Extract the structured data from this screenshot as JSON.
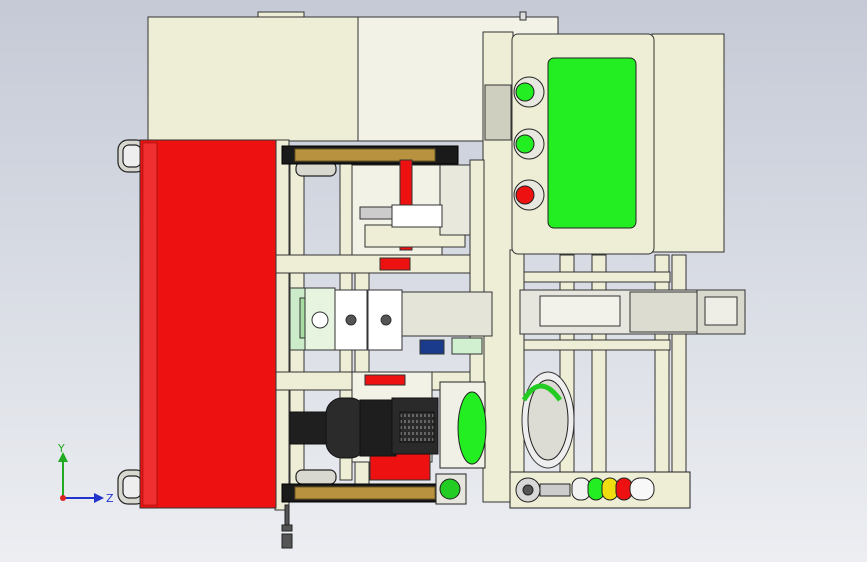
{
  "colors": {
    "background_top": "#c9ced8",
    "background_bottom": "#e8eaef",
    "frame_cream": "#eeeed6",
    "guard_red": "#ee1111",
    "panel_green": "#22ee22",
    "outline": "#222222",
    "belt_brown": "#b8923e",
    "axis_x": "#dd2222",
    "axis_y": "#22aa22",
    "axis_z": "#2233cc"
  },
  "triad": {
    "y_label": "Y",
    "z_label": "Z"
  },
  "components": {
    "buttons": [
      "green",
      "green",
      "red"
    ],
    "tower_light": [
      "green",
      "yellow",
      "red",
      "white"
    ]
  }
}
